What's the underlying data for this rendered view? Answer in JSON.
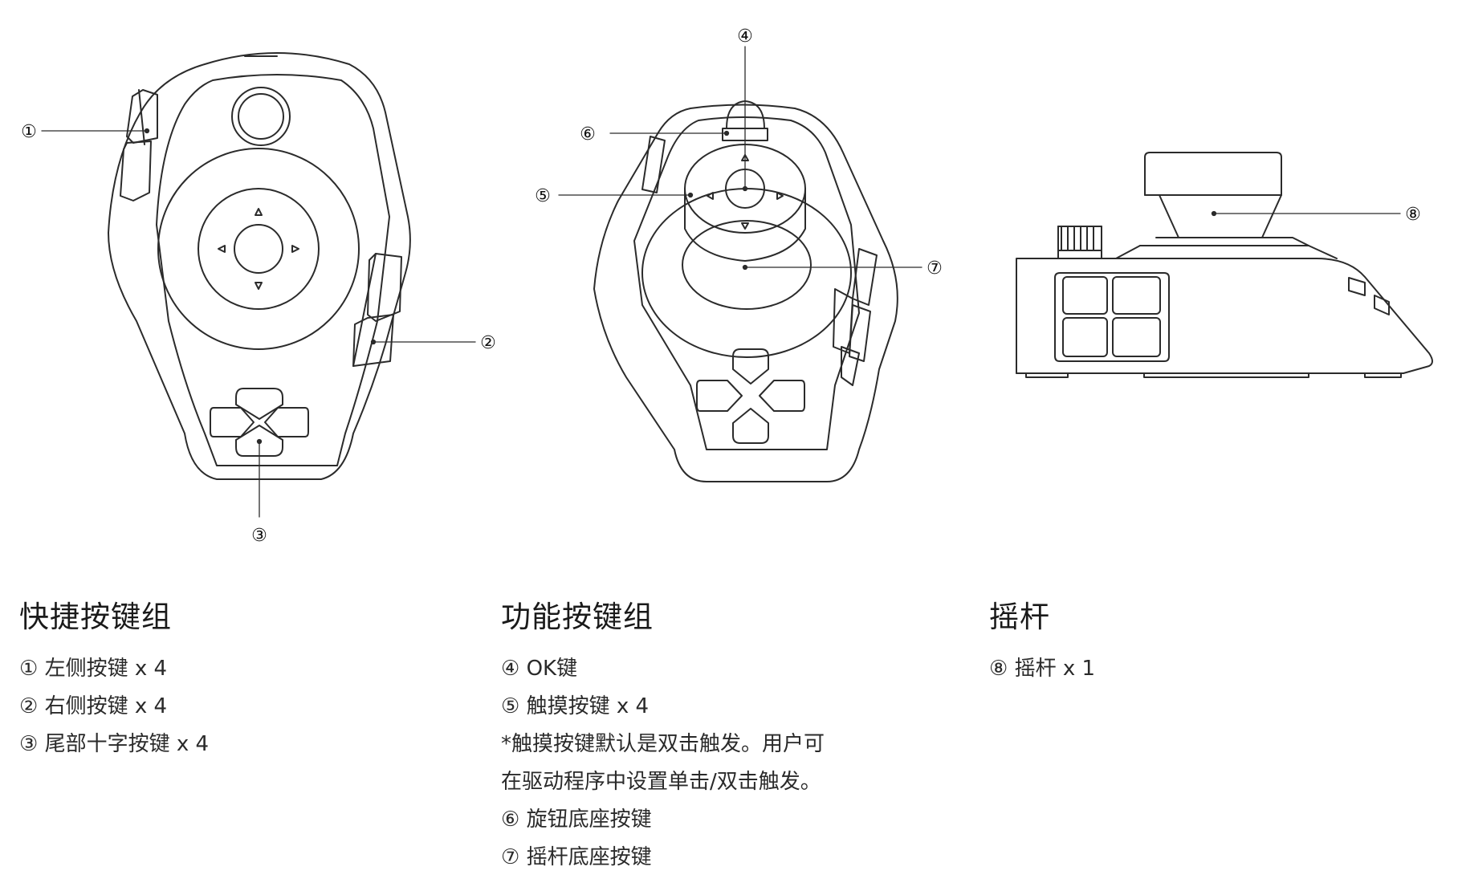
{
  "callouts": {
    "c1": "①",
    "c2": "②",
    "c3": "③",
    "c4": "④",
    "c5": "⑤",
    "c6": "⑥",
    "c7": "⑦",
    "c8": "⑧"
  },
  "sections": [
    {
      "title": "快捷按键组",
      "items": [
        "① 左侧按键 x 4",
        "② 右侧按键 x 4",
        "③ 尾部十字按键 x 4"
      ]
    },
    {
      "title": "功能按键组",
      "items": [
        "④ OK键",
        "⑤ 触摸按键 x 4"
      ],
      "note": [
        "*触摸按键默认是双击触发。用户可",
        "在驱动程序中设置单击/双击触发。"
      ],
      "items_after": [
        "⑥ 旋钮底座按键",
        "⑦ 摇杆底座按键"
      ]
    },
    {
      "title": "摇杆",
      "items": [
        "⑧ 摇杆 x 1"
      ]
    }
  ],
  "colors": {
    "line": "#2b2b2b",
    "text": "#1a1a1a",
    "background": "#ffffff"
  }
}
